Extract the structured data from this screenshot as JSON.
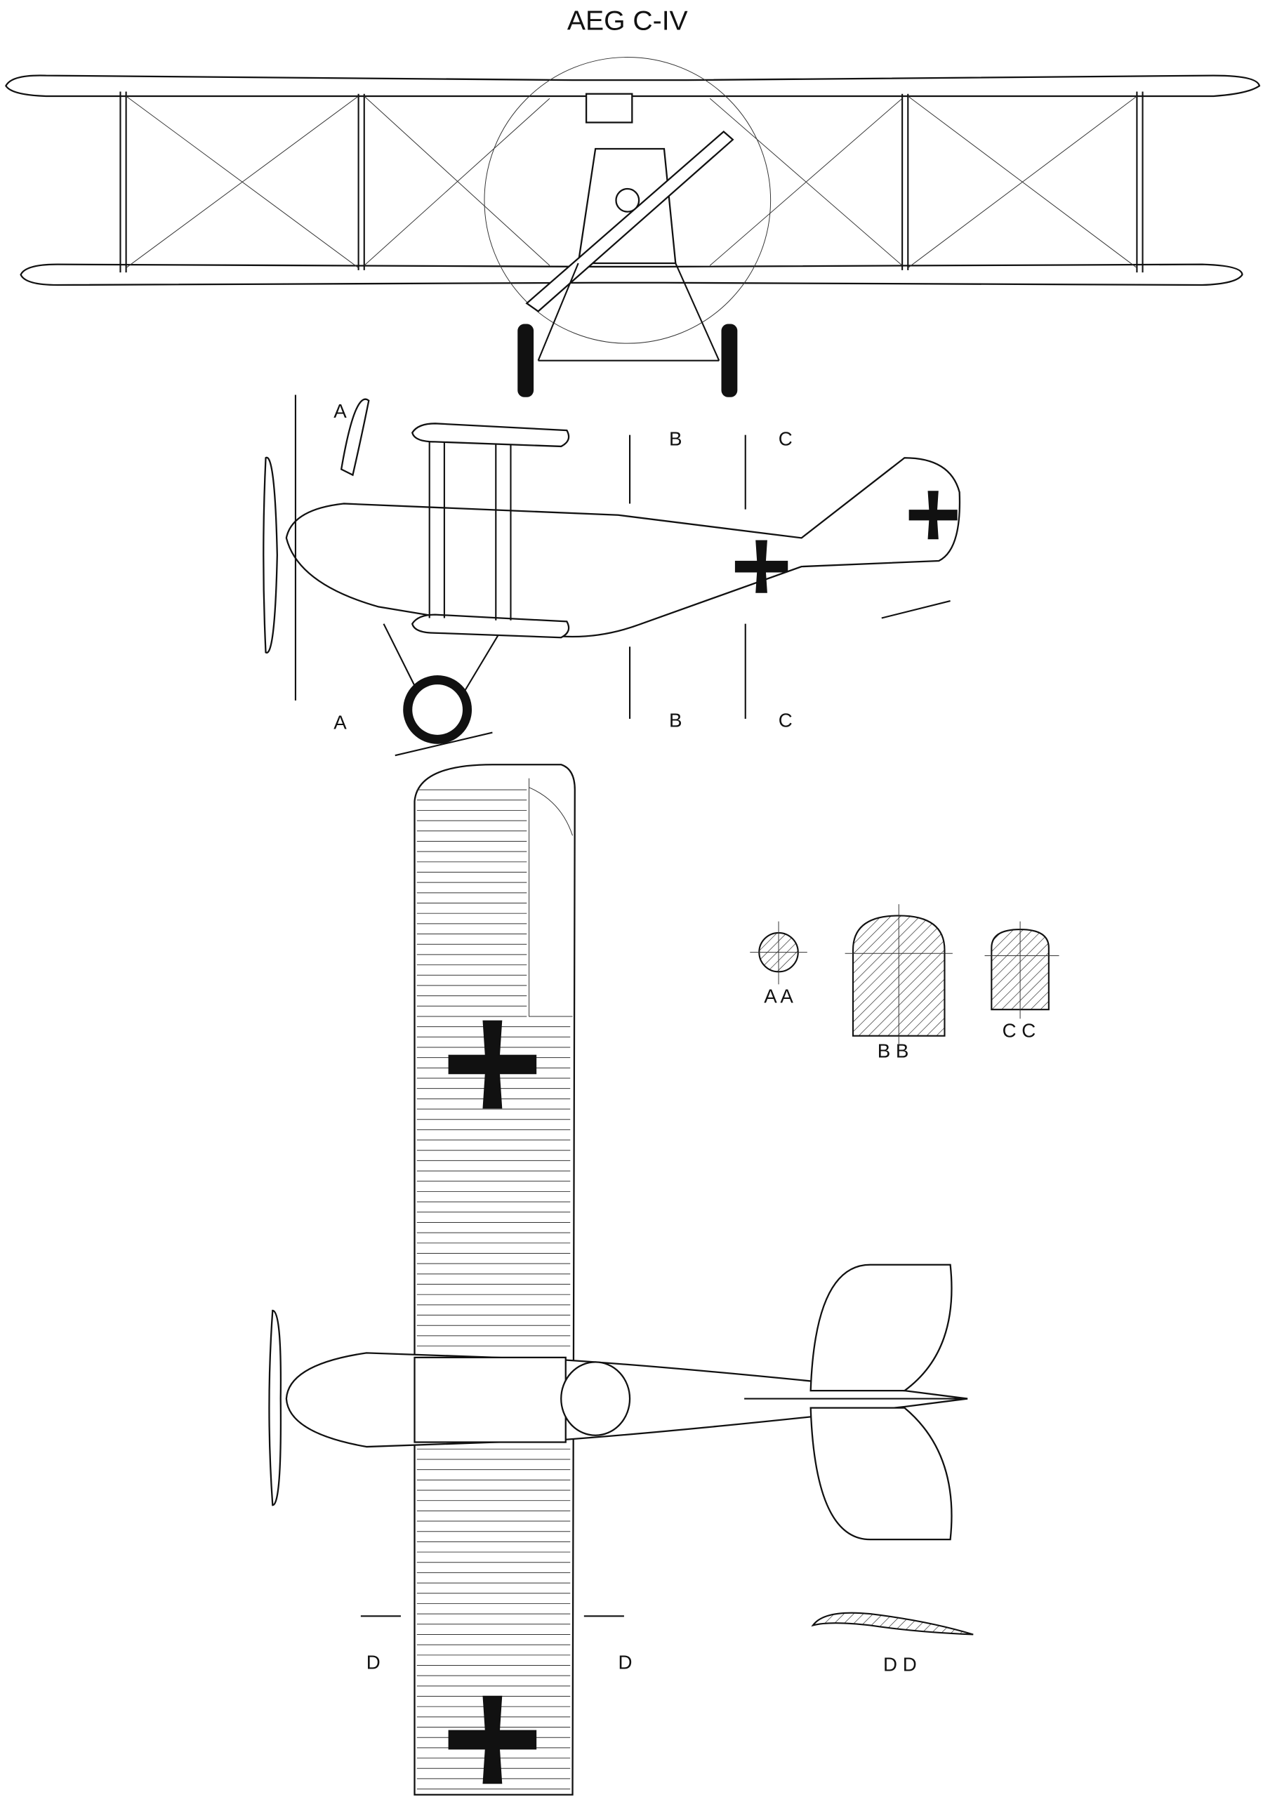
{
  "title": "AEG C-IV",
  "side_view": {
    "section_labels": {
      "a_top": "A",
      "a_bottom": "A",
      "b_top": "B",
      "b_bottom": "B",
      "c_top": "C",
      "c_bottom": "C"
    }
  },
  "sections": {
    "aa": "A A",
    "bb": "B B",
    "cc": "C C",
    "dd": "D D"
  },
  "top_view": {
    "section_labels": {
      "d_left": "D",
      "d_right": "D"
    }
  },
  "colors": {
    "line": "#111111",
    "background": "#ffffff"
  }
}
